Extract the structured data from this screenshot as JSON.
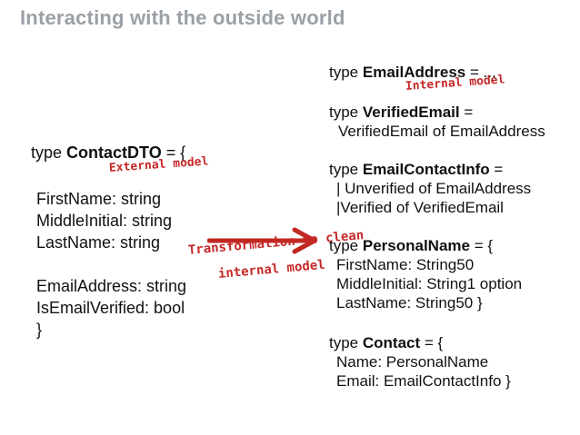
{
  "title": "Interacting with the outside world",
  "left": {
    "type_kw": "type ",
    "type_name": "ContactDTO",
    "type_suffix": " = {",
    "fields": [
      "FirstName: string",
      "MiddleInitial: string",
      "LastName: string",
      "",
      "EmailAddress: string",
      "IsEmailVerified: bool",
      "}"
    ]
  },
  "right": {
    "email_address": {
      "kw": "type ",
      "name": "EmailAddress",
      "rest": " = ..."
    },
    "verified_email": {
      "kw": "type ",
      "name": "VerifiedEmail",
      "rest": " =",
      "line2": "VerifiedEmail of EmailAddress"
    },
    "email_contact_info": {
      "kw": "type ",
      "name": "EmailContactInfo",
      "rest": " =",
      "line2": "| Unverified of EmailAddress",
      "line3": "|Verified of VerifiedEmail"
    },
    "personal_name": {
      "kw": "type ",
      "name": "PersonalName",
      "rest": " = {",
      "line2": "FirstName: String50",
      "line3": "MiddleInitial: String1 option",
      "line4": "LastName: String50 }"
    },
    "contact": {
      "kw": "type ",
      "name": "Contact",
      "rest": " = {",
      "line2": "Name: PersonalName",
      "line3": "Email: EmailContactInfo }"
    }
  },
  "annotations": {
    "external": "External model",
    "internal": "Internal model",
    "transform_line1": "Transformation to clean",
    "transform_line2": "internal model"
  },
  "colors": {
    "title": "#9aa0a6",
    "annotation": "#c62828",
    "arrow": "#c0281f"
  }
}
